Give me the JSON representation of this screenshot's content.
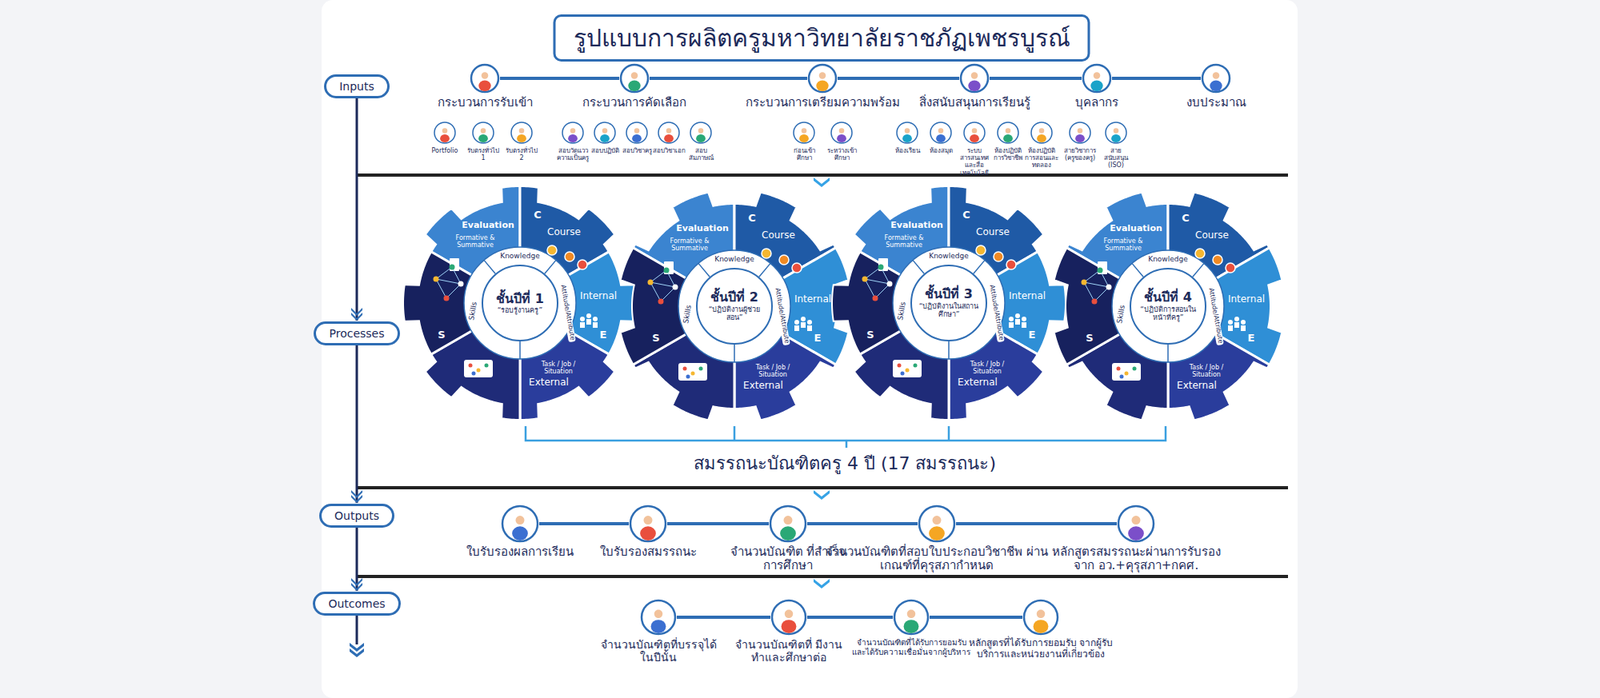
{
  "diagram": {
    "title": "รูปแบบการผลิตครูมหาวิทยาลัยราชภัฏเพชรบูรณ์",
    "nodes": [
      {
        "text": [
          "Inputs"
        ]
      },
      {
        "text": [
          "กระบวนการรับเข้า"
        ]
      },
      {
        "text": [
          "กระบวนการคัดเลือก"
        ]
      },
      {
        "text": [
          "กระบวนการเตรียมความพร้อม"
        ]
      },
      {
        "text": [
          "สิ่งสนับสนุนการเรียนรู้"
        ]
      },
      {
        "text": [
          "บุคลากร"
        ]
      },
      {
        "text": [
          "งบประมาณ"
        ]
      },
      {
        "text": [
          "Portfolio"
        ]
      },
      {
        "text": [
          "รับตรงทั่วไป 1"
        ]
      },
      {
        "text": [
          "รับตรงทั่วไป 2"
        ]
      },
      {
        "text": [
          "สอบวัดแววความเป็นครู"
        ]
      },
      {
        "text": [
          "สอบปฏิบัติ"
        ]
      },
      {
        "text": [
          "สอบวิชาครู"
        ]
      },
      {
        "text": [
          "สอบวิชาเอก"
        ]
      },
      {
        "text": [
          "สอบสัมภาษณ์"
        ]
      },
      {
        "text": [
          "ก่อนเข้าศึกษา"
        ]
      },
      {
        "text": [
          "ระหว่างเข้าศึกษา"
        ]
      },
      {
        "text": [
          "ห้องเรียน"
        ]
      },
      {
        "text": [
          "ห้องสมุด"
        ]
      },
      {
        "text": [
          "ระบบสารสนเทศและสื่อเทคโนโลยี"
        ]
      },
      {
        "text": [
          "ห้องปฏิบัติการวิชาชีพ"
        ]
      },
      {
        "text": [
          "ห้องปฏิบัติการสอนและทดลอง"
        ]
      },
      {
        "text": [
          "สายวิชาการ (ครูของครู)"
        ]
      },
      {
        "text": [
          "สายสนับสนุน (ISO)"
        ]
      },
      {
        "text": [
          "Processes"
        ]
      },
      {
        "text": [
          "ชั้นปีที่ 1",
          "“รอบรู้งานครู”"
        ]
      },
      {
        "text": [
          "ชั้นปีที่ 2",
          "“ปฏิบัติงานผู้ช่วยสอน”"
        ]
      },
      {
        "text": [
          "ชั้นปีที่ 3",
          "“ปฏิบัติงานในสถานศึกษา”"
        ]
      },
      {
        "text": [
          "ชั้นปีที่ 4",
          "“ปฏิบัติการสอนในหน้าที่ครู”"
        ]
      },
      {
        "text": [
          "Outputs"
        ]
      },
      {
        "text": [
          "ใบรับรองผลการเรียน"
        ]
      },
      {
        "text": [
          "ใบรับรองสมรรถนะ"
        ]
      },
      {
        "text": [
          "จำนวนบัณฑิต ที่สำเร็จการศึกษา"
        ]
      },
      {
        "text": [
          "จำนวนบัณฑิตที่สอบใบประกอบวิชาชีพ ผ่านเกณฑ์ที่คุรุสภากำหนด"
        ]
      },
      {
        "text": [
          "หลักสูตรสมรรถนะผ่านการรับรอง จาก อว.+คุรุสภา+กคศ."
        ]
      },
      {
        "text": [
          "Outcomes"
        ]
      },
      {
        "text": [
          "จำนวนบัณฑิตที่บรรจุได้ ในปีนั้น"
        ]
      },
      {
        "text": [
          "จำนวนบัณฑิตที่ มีงานทำและศึกษาต่อ"
        ]
      },
      {
        "text": [
          "จำนวนบัณฑิตที่ได้รับการยอมรับ และได้รับความเชื่อมั่นจากผู้บริหาร"
        ]
      },
      {
        "text": [
          "หลักสูตรที่ได้รับการยอมรับ จากผู้รับบริการและหน่วยงานที่เกี่ยวข้อง"
        ]
      }
    ],
    "edges": [
      {
        "from": 0,
        "to": 24,
        "arrow": "to"
      },
      {
        "from": 24,
        "to": 29,
        "arrow": "to"
      },
      {
        "from": 29,
        "to": 35,
        "arrow": "to"
      },
      {
        "from": 1,
        "to": 2,
        "arrow": "none"
      },
      {
        "from": 2,
        "to": 3,
        "arrow": "none"
      },
      {
        "from": 3,
        "to": 4,
        "arrow": "none"
      },
      {
        "from": 4,
        "to": 5,
        "arrow": "none"
      },
      {
        "from": 5,
        "to": 6,
        "arrow": "none"
      },
      {
        "from": 30,
        "to": 31,
        "arrow": "none"
      },
      {
        "from": 31,
        "to": 32,
        "arrow": "none"
      },
      {
        "from": 32,
        "to": 33,
        "arrow": "none"
      },
      {
        "from": 33,
        "to": 34,
        "arrow": "none"
      },
      {
        "from": 36,
        "to": 37,
        "arrow": "none"
      },
      {
        "from": 37,
        "to": 38,
        "arrow": "none"
      },
      {
        "from": 38,
        "to": 39,
        "arrow": "none"
      }
    ],
    "labels": [
      "Evaluation",
      "Formative & Summative",
      "Course",
      "C",
      "Knowledge",
      "Skills",
      "Attitude/Attribute",
      "Internal",
      "External",
      "Task / Job / Situation",
      "S",
      "E",
      "Evaluation",
      "Formative & Summative",
      "Course",
      "C",
      "Knowledge",
      "Skills",
      "Attitude/Attribute",
      "Internal",
      "External",
      "Task / Job / Situation",
      "S",
      "E",
      "Evaluation",
      "Formative & Summative",
      "Course",
      "C",
      "Knowledge",
      "Skills",
      "Attitude/Attribute",
      "Internal",
      "External",
      "Task / Job / Situation",
      "S",
      "E",
      "Evaluation",
      "Formative & Summative",
      "Course",
      "C",
      "Knowledge",
      "Skills",
      "Attitude/Attribute",
      "Internal",
      "External",
      "Task / Job / Situation",
      "S",
      "E",
      "สมรรถนะบัณฑิตครู 4 ปี (17 สมรรถนะ)"
    ]
  }
}
